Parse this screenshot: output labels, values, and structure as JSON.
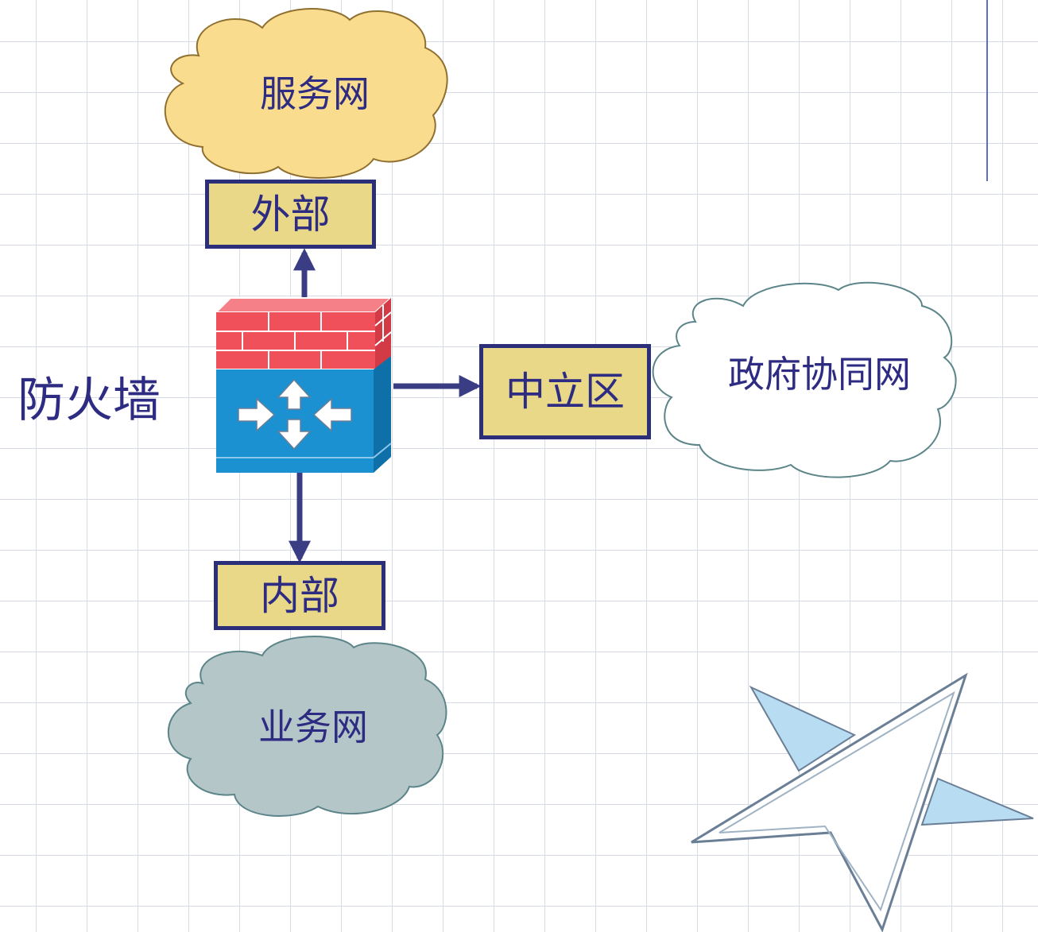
{
  "side_label": "防火墙",
  "clouds": {
    "service_net": "服务网",
    "gov_net": "政府协同网",
    "business_net": "业务网"
  },
  "zones": {
    "external": "外部",
    "dmz": "中立区",
    "internal": "内部"
  },
  "colors": {
    "label_text": "#2e2c82",
    "zone_fill": "#e8d888",
    "zone_border": "#2b2e79",
    "service_cloud": "#f9dc8e",
    "gov_cloud": "#ffffff",
    "business_cloud": "#b5c6c8",
    "firewall_brick": "#f0505a",
    "firewall_body": "#1b91d2",
    "connector": "#3a3d84"
  },
  "icons": {
    "firewall": "firewall-icon",
    "logo": "star-logo-icon"
  }
}
